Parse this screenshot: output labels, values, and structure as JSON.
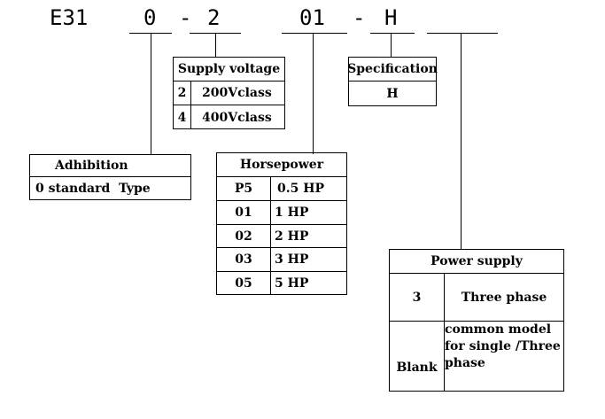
{
  "model_code": {
    "prefix": "E31",
    "adhibition_code": "0",
    "dash1": "-",
    "voltage_code": "2",
    "horsepower_code": "01",
    "dash2": "-",
    "spec_code": "H"
  },
  "supply_voltage": {
    "title": "Supply voltage",
    "rows": [
      {
        "code": "2",
        "value": "200Vclass"
      },
      {
        "code": "4",
        "value": "400Vclass"
      }
    ]
  },
  "specification": {
    "title": "Specification",
    "value": "H"
  },
  "adhibition": {
    "title": "Adhibition",
    "value": "0 standard  Type"
  },
  "horsepower": {
    "title": "Horsepower",
    "rows": [
      {
        "code": "P5",
        "value": "0.5 HP"
      },
      {
        "code": "01",
        "value": "1 HP"
      },
      {
        "code": "02",
        "value": "2 HP"
      },
      {
        "code": "03",
        "value": "3 HP"
      },
      {
        "code": "05",
        "value": "5 HP"
      }
    ]
  },
  "power_supply": {
    "title": "Power supply",
    "rows": [
      {
        "code": "3",
        "value": "Three phase"
      },
      {
        "code": "Blank",
        "value": "common model for single /Three phase"
      }
    ]
  }
}
